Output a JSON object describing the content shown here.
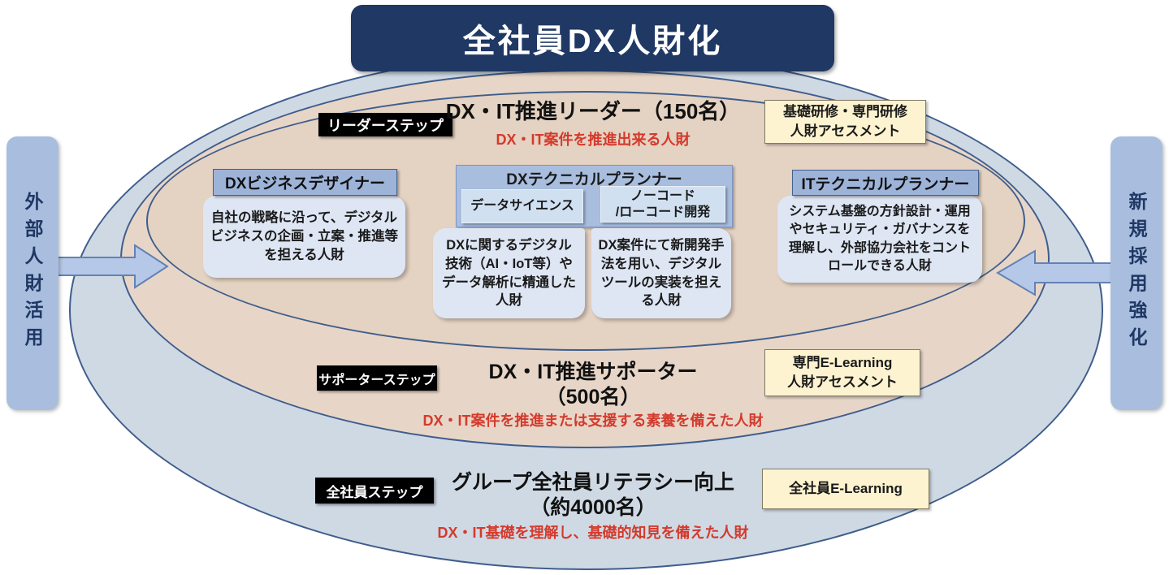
{
  "title": "全社員DX人財化",
  "left_panel": {
    "label": "外部人財活用"
  },
  "right_panel": {
    "label": "新規採用強化"
  },
  "steps": [
    {
      "tag": "リーダーステップ",
      "heading": "DX・IT推進リーダー（150名）",
      "subtext": "DX・IT案件を推進出来る人財",
      "badge": "基礎研修・専門研修\n人財アセスメント"
    },
    {
      "tag": "サポーターステップ",
      "heading": "DX・IT推進サポーター\n（500名）",
      "subtext": "DX・IT案件を推進または支援する素養を備えた人財",
      "badge": "専門E-Learning\n人財アセスメント"
    },
    {
      "tag": "全社員ステップ",
      "heading": "グループ全社員リテラシー向上\n（約4000名）",
      "subtext": "DX・IT基礎を理解し、基礎的知見を備えた人財",
      "badge": "全社員E-Learning"
    }
  ],
  "roles": [
    {
      "title": "DXビジネスデザイナー",
      "description": "自社の戦略に沿って、デジタルビジネスの企画・立案・推進等を担える人財"
    },
    {
      "title": "DXテクニカルプランナー",
      "subroles": [
        {
          "title": "データサイエンス",
          "description": "DXに関するデジタル技術（AI・IoT等）やデータ解析に精通した人財"
        },
        {
          "title": "ノーコード\n/ローコード開発",
          "description": "DX案件にて新開発手法を用い、デジタルツールの実装を担える人財"
        }
      ]
    },
    {
      "title": "ITテクニカルプランナー",
      "description": "システム基盤の方針設計・運用やセキュリティ・ガバナンスを理解し、外部協力会社をコントロールできる人財"
    }
  ],
  "colors": {
    "title_bg": "#1f3864",
    "outer_ring": "#cfd9e4",
    "middle_ring": "#e7d6c8",
    "inner_ring": "#e4d2c2",
    "ellipse_border": "#3f5d8c",
    "accent_red": "#d43a2c",
    "badge_bg": "#fdf3d0",
    "role_header_bg": "#9db3d8",
    "role_desc_bg": "#dee6f4",
    "side_panel_bg": "#a9bede",
    "step_tag_bg": "#000000",
    "arrow_fill": "#b5c8e8"
  }
}
